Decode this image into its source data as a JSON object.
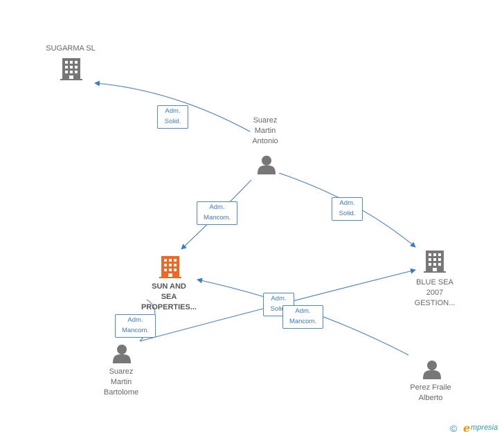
{
  "nodes": {
    "sugarma": {
      "label": "SUGARMA SL",
      "type": "company",
      "icon": "building-icon",
      "color": "#777777"
    },
    "suarez_antonio": {
      "label": "Suarez\nMartin\nAntonio",
      "type": "person",
      "icon": "person-icon",
      "color": "#777777"
    },
    "sun_and_sea": {
      "label": "SUN AND\nSEA\nPROPERTIES...",
      "type": "company",
      "icon": "building-icon",
      "color": "#f26522"
    },
    "blue_sea": {
      "label": "BLUE SEA\n2007\nGESTION...",
      "type": "company",
      "icon": "building-icon",
      "color": "#777777"
    },
    "suarez_bartolome": {
      "label": "Suarez\nMartin\nBartolome",
      "type": "person",
      "icon": "person-icon",
      "color": "#777777"
    },
    "perez_alberto": {
      "label": "Perez Fraile\nAlberto",
      "type": "person",
      "icon": "person-icon",
      "color": "#777777"
    }
  },
  "edges": {
    "antonio_sugarma": {
      "label": "Adm.\nSolid."
    },
    "antonio_sunsea": {
      "label": "Adm.\nMancom."
    },
    "antonio_bluesea": {
      "label": "Adm.\nSolid."
    },
    "bartolome_bluesea": {
      "label": "Adm.\nSolid."
    },
    "bartolome_sunsea": {
      "label": "Adm.\nMancom."
    },
    "perez_sunsea": {
      "label": "Adm.\nMancom."
    }
  },
  "colors": {
    "edge": "#3a7bc8",
    "focus": "#f26522",
    "muted": "#777777"
  },
  "footer": {
    "copyright": "©",
    "brand_initial": "e",
    "brand_rest": "mpresia"
  }
}
